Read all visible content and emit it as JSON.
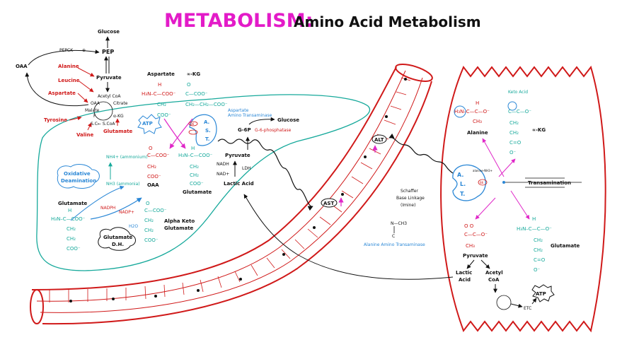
{
  "title": {
    "main": "METABOLISM:",
    "sub": "Amino Acid Metabolism",
    "main_color": "#e31bc8",
    "sub_color": "#111111"
  },
  "colors": {
    "red": "#d01919",
    "cyan": "#16a99b",
    "magenta": "#e027c8",
    "blue": "#2a87d6",
    "black": "#111111"
  },
  "pathway": {
    "glucose": "Glucose",
    "pepck": "PEPCK",
    "plus": "⊕",
    "pep": "PEP",
    "oaa": "OAA",
    "alanine": "Alanine",
    "leucine": "Leucine",
    "aspartate": "Aspartate",
    "tyrosine": "Tyrosine",
    "valine": "Valine",
    "glutamate": "Glutamate",
    "pyruvate": "Pyruvate",
    "acetyl_coa": "Acetyl CoA",
    "oaa_tca": "OAA",
    "citrate": "Citrate",
    "malate": "Malate",
    "fumarate": "F",
    "akg": "α-KG",
    "succinyl": "S.C← S.CoA",
    "atp": "ATP"
  },
  "liver": {
    "aspartate": "Aspartate",
    "akg": "∝-KG",
    "oaa": "OAA",
    "glutamate": "Glutamate",
    "ast_letters": [
      "A.",
      "S.",
      "T."
    ],
    "ast_label_1": "Aspartate",
    "ast_label_2": "Amino Transaminase",
    "g6p": "G-6P",
    "glucose": "Glucose",
    "g6pase": "G-6-phosphatase",
    "pyruvate": "Pyruvate",
    "nadh": "NADH",
    "nad": "NAD+",
    "ldh": "LDH",
    "lactic_acid": "Lactic Acid",
    "oxidative_deamination_1": "Oxidative",
    "oxidative_deamination_2": "Deamination",
    "nh4_1": "NH4+ (ammonium)",
    "nh4_2": "NH3 (ammonia)",
    "glutamate_left": "Glutamate",
    "glutamate_dh_1": "Glutamate",
    "glutamate_dh_2": "D.H.",
    "nadph": "NADPH",
    "nadp": "NADP+",
    "h2o": "H2O",
    "alpha_keto_1": "Alpha Keto",
    "alpha_keto_2": "Glutamate",
    "b6": "B6"
  },
  "vessel": {
    "ast": "AST",
    "alt": "ALT"
  },
  "muscle": {
    "keto_acid": "Keto Acid",
    "alanine": "Alanine",
    "akg": "∝-KG",
    "alt_letters": [
      "A.",
      "L.",
      "T."
    ],
    "alanine_nh": "alanine-NH3+",
    "b6": "B6",
    "transamination": "Transamination",
    "schaffer_1": "Schaffer",
    "schaffer_2": "Base Linkage",
    "schaffer_3": "(Imine)",
    "imine": "N—CH3",
    "alt_name": "Alanine Amino Transaminase",
    "pyruvate": "Pyruvate",
    "glutamate": "Glutamate",
    "lactic_1": "Lactic",
    "lactic_2": "Acid",
    "acetyl_1": "Acetyl",
    "acetyl_2": "CoA",
    "atp": "ATP",
    "etc": "ETC"
  }
}
